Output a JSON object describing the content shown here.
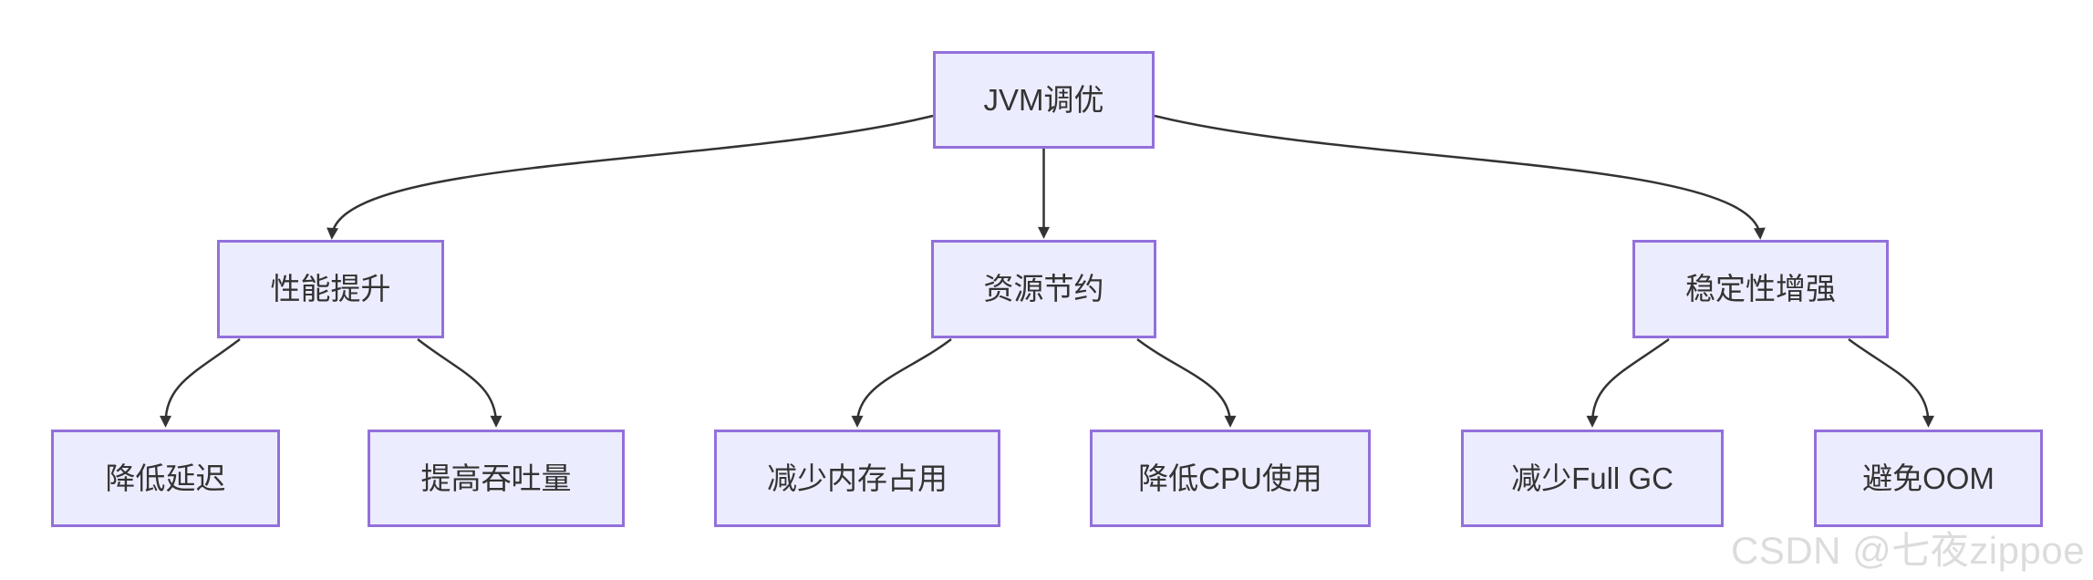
{
  "diagram": {
    "type": "flowchart",
    "orientation": "top-down",
    "nodes": {
      "root": {
        "label": "JVM调优"
      },
      "perf": {
        "label": "性能提升"
      },
      "resource": {
        "label": "资源节约"
      },
      "stability": {
        "label": "稳定性增强"
      },
      "latency": {
        "label": "降低延迟"
      },
      "throughput": {
        "label": "提高吞吐量"
      },
      "memory": {
        "label": "减少内存占用"
      },
      "cpu": {
        "label": "降低CPU使用"
      },
      "fullgc": {
        "label": "减少Full GC"
      },
      "oom": {
        "label": "避免OOM"
      }
    },
    "edges": [
      {
        "from": "JVM调优",
        "to": "性能提升"
      },
      {
        "from": "JVM调优",
        "to": "资源节约"
      },
      {
        "from": "JVM调优",
        "to": "稳定性增强"
      },
      {
        "from": "性能提升",
        "to": "降低延迟"
      },
      {
        "from": "性能提升",
        "to": "提高吞吐量"
      },
      {
        "from": "资源节约",
        "to": "减少内存占用"
      },
      {
        "from": "资源节约",
        "to": "降低CPU使用"
      },
      {
        "from": "稳定性增强",
        "to": "减少Full GC"
      },
      {
        "from": "稳定性增强",
        "to": "避免OOM"
      }
    ],
    "colors": {
      "node_fill": "#ECECFF",
      "node_border": "#9370DB",
      "edge": "#333333",
      "text": "#333333",
      "background": "#FFFFFF"
    }
  },
  "watermark": {
    "text": "CSDN @七夜zippoe",
    "color": "#DCDCDC"
  }
}
